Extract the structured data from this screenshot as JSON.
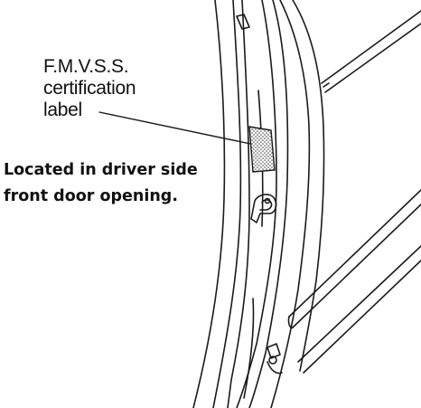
{
  "callout": {
    "line1": "F.M.V.S.S.",
    "line2": "certification",
    "line3": "label"
  },
  "note": {
    "line1": "Located in driver side",
    "line2": "front door opening."
  },
  "icons": {
    "label_patch": "stippled-rectangle",
    "door_striker": "latch-striker-icon",
    "hinge_bolt": "bolt-icon"
  }
}
